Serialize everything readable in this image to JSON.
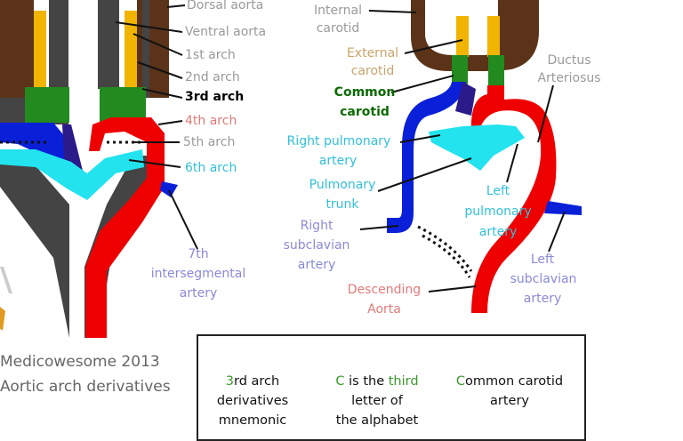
{
  "colors": {
    "dorsal": "#5b3318",
    "gray_vessel": "#444444",
    "yellow": "#f1b400",
    "green": "#238a1f",
    "blue": "#0a20d8",
    "red": "#ee0000",
    "cyan": "#22e3ee",
    "indigo": "#2a1a8a"
  },
  "left_labels": {
    "dorsal_aorta": "Dorsal aorta",
    "ventral_aorta": "Ventral aorta",
    "arch1": "1st arch",
    "arch2": "2nd arch",
    "arch3": "3rd arch",
    "arch4": "4th arch",
    "arch5": "5th arch",
    "arch6": "6th arch",
    "intersegmental_1": "7th",
    "intersegmental_2": "intersegmental",
    "intersegmental_3": "artery"
  },
  "right_labels": {
    "internal_carotid_1": "Internal",
    "internal_carotid_2": "carotid",
    "external_carotid_1": "External",
    "external_carotid_2": "carotid",
    "common_carotid_1": "Common",
    "common_carotid_2": "carotid",
    "ductus_1": "Ductus",
    "ductus_2": "Arteriosus",
    "right_pulmonary_1": "Right pulmonary",
    "right_pulmonary_2": "artery",
    "pulmonary_trunk_1": "Pulmonary",
    "pulmonary_trunk_2": "trunk",
    "left_pulmonary_1": "Left",
    "left_pulmonary_2": "pulmonary",
    "left_pulmonary_3": "artery",
    "right_subclavian_1": "Right",
    "right_subclavian_2": "subclavian",
    "right_subclavian_3": "artery",
    "left_subclavian_1": "Left",
    "left_subclavian_2": "subclavian",
    "left_subclavian_3": "artery",
    "descending_1": "Descending",
    "descending_2": "Aorta"
  },
  "watermark": {
    "line1": "Medicowesome 2013",
    "line2": "Aortic arch derivatives"
  },
  "mnemonic": {
    "col1_line1_prefix": "3",
    "col1_line1_rest": "rd arch",
    "col1_line2": "derivatives",
    "col1_line3": "mnemonic",
    "col2_line1_c": "C",
    "col2_line1_mid": " is the ",
    "col2_line1_third": "third",
    "col2_line2": "letter of",
    "col2_line3": "the alphabet",
    "col3_line1_c": "C",
    "col3_line1_rest": "ommon carotid",
    "col3_line2": "artery"
  }
}
